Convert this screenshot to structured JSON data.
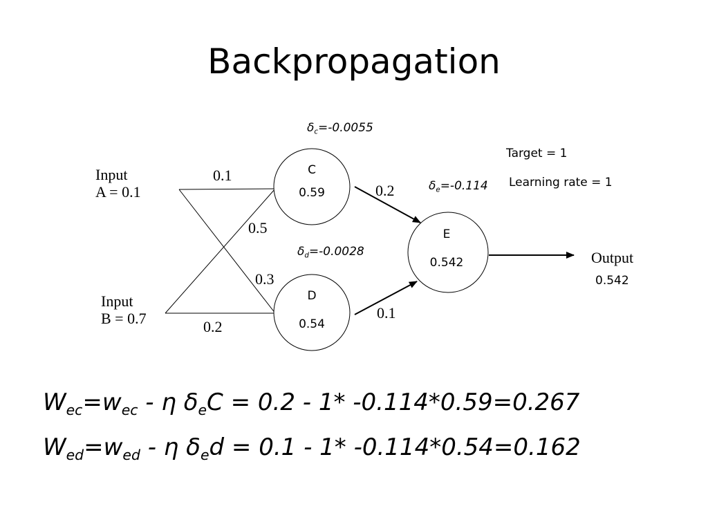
{
  "title": "Backpropagation",
  "inputs": {
    "a": {
      "line1": "Input",
      "line2": "A = 0.1"
    },
    "b": {
      "line1": "Input",
      "line2": "B = 0.7"
    }
  },
  "weights": {
    "a_c": "0.1",
    "b_c": "0.5",
    "a_d": "0.3",
    "b_d": "0.2",
    "c_e": "0.2",
    "d_e": "0.1"
  },
  "nodes": {
    "c": {
      "label": "C",
      "value": "0.59"
    },
    "d": {
      "label": "D",
      "value": "0.54"
    },
    "e": {
      "label": "E",
      "value": "0.542"
    }
  },
  "deltas": {
    "c": {
      "sym": "δ",
      "sub": "c",
      "value": "=-0.0055"
    },
    "d": {
      "sym": "δ",
      "sub": "d",
      "value": "=-0.0028"
    },
    "e": {
      "sym": "δ",
      "sub": "e",
      "value": "=-0.114"
    }
  },
  "info": {
    "target": "Target = 1",
    "learning_rate": "Learning rate = 1"
  },
  "output": {
    "label": "Output",
    "value": "0.542"
  },
  "equations": [
    {
      "w_big": "W",
      "sub1": "ec",
      "eq": "=w",
      "sub2": "ec",
      "mid": " - η δ",
      "sub3": "e",
      "tail": "C = 0.2 - 1* -0.114*0.59=0.267"
    },
    {
      "w_big": "W",
      "sub1": "ed",
      "eq": "=w",
      "sub2": "ed",
      "mid": " - η δ",
      "sub3": "e",
      "tail": "d = 0.1 - 1* -0.114*0.54=0.162"
    }
  ]
}
